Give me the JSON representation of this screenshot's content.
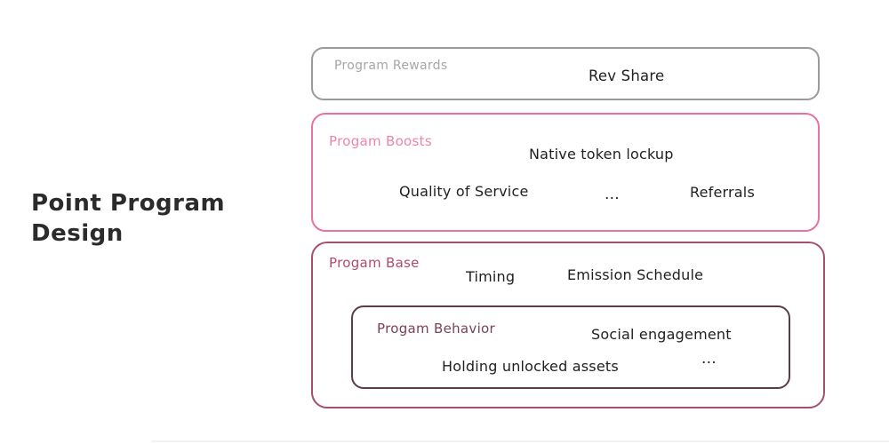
{
  "title": {
    "line1": "Point Program",
    "line2": "Design"
  },
  "boxes": {
    "rewards": {
      "label": "Program Rewards",
      "label_color": "#a6a6a6",
      "border_color": "#9b9b9b",
      "items": [
        "Rev Share"
      ]
    },
    "boosts": {
      "label": "Progam Boosts",
      "label_color": "#ee84ab",
      "border_color": "#e873a2",
      "items": [
        "Native token lockup",
        "Quality of Service",
        "...",
        "Referrals"
      ]
    },
    "base": {
      "label": "Progam Base",
      "label_color": "#b34a6e",
      "border_color": "#a64f6d",
      "items": [
        "Timing",
        "Emission Schedule"
      ]
    },
    "behavior": {
      "label": "Progam Behavior",
      "label_color": "#7c4254",
      "border_color": "#5f3a4a",
      "items": [
        "Social engagement",
        "Holding unlocked assets",
        "..."
      ]
    }
  },
  "colors": {
    "body_text": "#1f1f1f",
    "background": "#ffffff"
  }
}
